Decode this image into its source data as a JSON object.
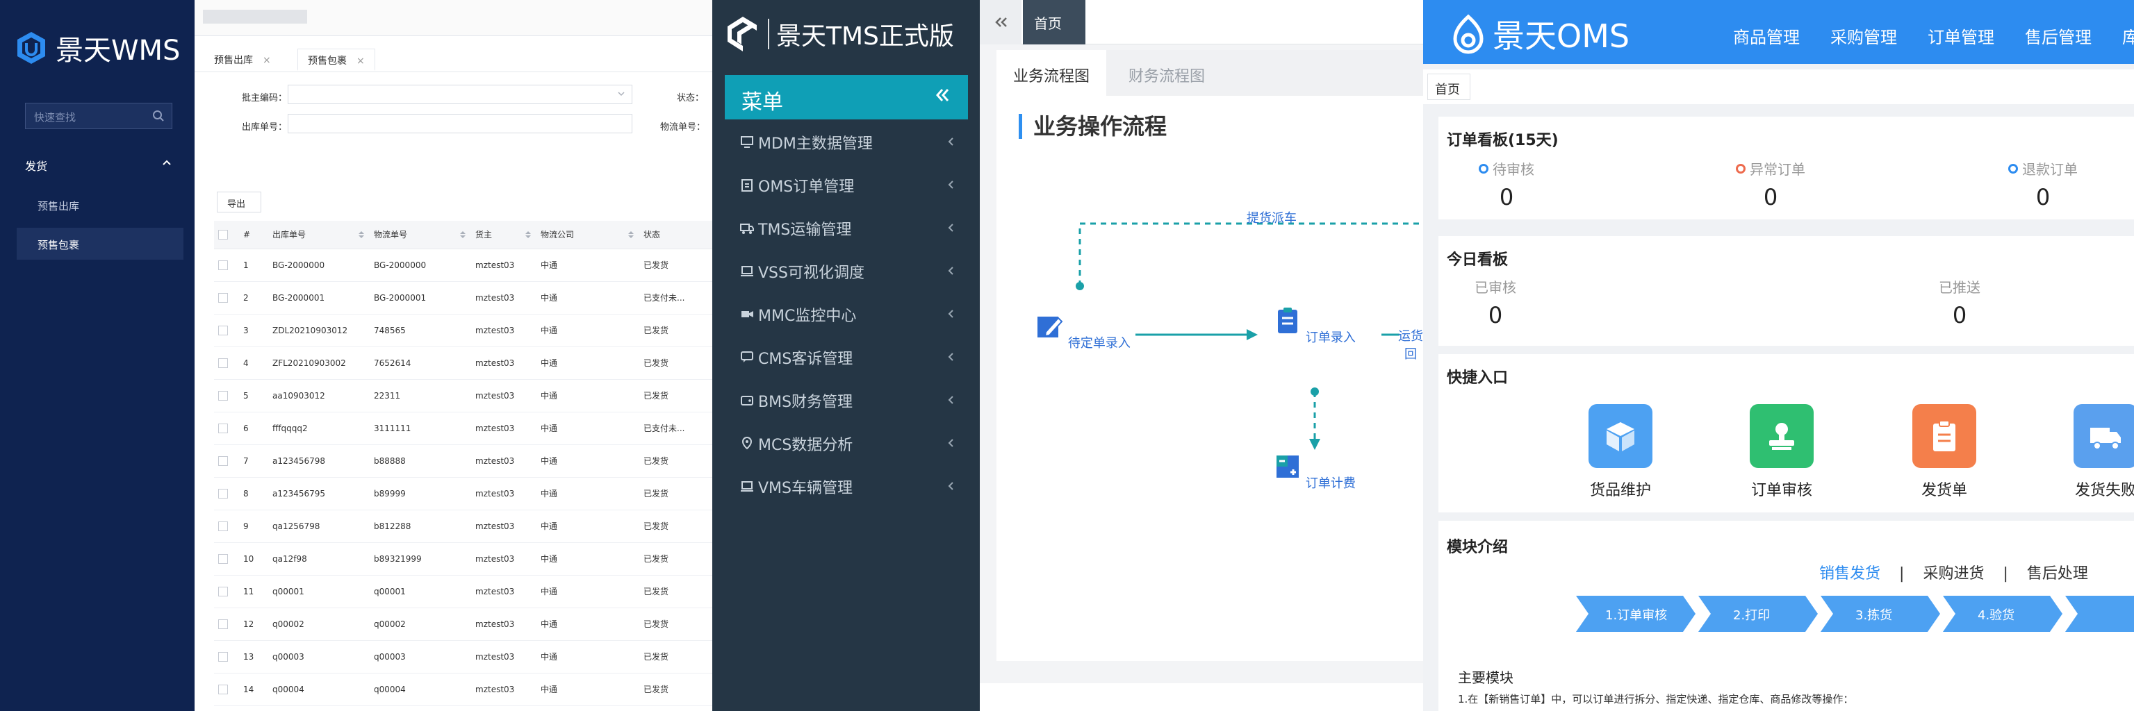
{
  "wms": {
    "logo_text": "景天WMS",
    "breadcrumb": "",
    "search_placeholder": "快速查找",
    "nav_group": "发货",
    "nav_items": [
      "预售出库",
      "预售包裹"
    ],
    "tabs": [
      {
        "label": "预售出库"
      },
      {
        "label": "预售包裹"
      }
    ],
    "filters": {
      "label1": "批主编码：",
      "label2": "状态：",
      "label3": "出库单号：",
      "label4": "物流单号："
    },
    "export_label": "导出",
    "table": {
      "headers": [
        "",
        "#",
        "出库单号",
        "物流单号",
        "货主",
        "物流公司",
        "状态"
      ],
      "rows": [
        [
          "1",
          "BG-2000000",
          "BG-2000000",
          "mztest03",
          "中通",
          "已发货"
        ],
        [
          "2",
          "BG-2000001",
          "BG-2000001",
          "mztest03",
          "中通",
          "已支付未..."
        ],
        [
          "3",
          "ZDL20210903012",
          "748565",
          "mztest03",
          "中通",
          "已发货"
        ],
        [
          "4",
          "ZFL20210903002",
          "7652614",
          "mztest03",
          "中通",
          "已发货"
        ],
        [
          "5",
          "aa10903012",
          "22311",
          "mztest03",
          "中通",
          "已发货"
        ],
        [
          "6",
          "fffqqqq2",
          "3111111",
          "mztest03",
          "中通",
          "已支付未..."
        ],
        [
          "7",
          "a123456798",
          "b88888",
          "mztest03",
          "中通",
          "已发货"
        ],
        [
          "8",
          "a123456795",
          "b89999",
          "mztest03",
          "中通",
          "已发货"
        ],
        [
          "9",
          "qa1256798",
          "b812288",
          "mztest03",
          "中通",
          "已发货"
        ],
        [
          "10",
          "qa12f98",
          "b89321999",
          "mztest03",
          "中通",
          "已发货"
        ],
        [
          "11",
          "q00001",
          "q00001",
          "mztest03",
          "中通",
          "已发货"
        ],
        [
          "12",
          "q00002",
          "q00002",
          "mztest03",
          "中通",
          "已发货"
        ],
        [
          "13",
          "q00003",
          "q00003",
          "mztest03",
          "中通",
          "已发货"
        ],
        [
          "14",
          "q00004",
          "q00004",
          "mztest03",
          "中通",
          "已发货"
        ]
      ]
    }
  },
  "tms": {
    "logo_text": "景天TMS正式版",
    "menu_title": "菜单",
    "items": [
      {
        "label": "MDM主数据管理",
        "icon": "monitor-icon"
      },
      {
        "label": "OMS订单管理",
        "icon": "clipboard-icon"
      },
      {
        "label": "TMS运输管理",
        "icon": "truck-icon"
      },
      {
        "label": "VSS可视化调度",
        "icon": "laptop-icon"
      },
      {
        "label": "MMC监控中心",
        "icon": "camera-icon"
      },
      {
        "label": "CMS客诉管理",
        "icon": "chat-icon"
      },
      {
        "label": "BMS财务管理",
        "icon": "wallet-icon"
      },
      {
        "label": "MCS数据分析",
        "icon": "location-icon"
      },
      {
        "label": "VMS车辆管理",
        "icon": "laptop-icon"
      }
    ]
  },
  "flow": {
    "home_tab": "首页",
    "tabs": [
      "业务流程图",
      "财务流程图"
    ],
    "title": "业务操作流程",
    "dispatch_label": "提货派车",
    "node1": "待定单录入",
    "node2": "订单录入",
    "node3": "订单计费",
    "side_label": "运货回"
  },
  "oms": {
    "logo_text": "景天OMS",
    "menu": [
      "商品管理",
      "采购管理",
      "订单管理",
      "售后管理",
      "库"
    ],
    "home_tab": "首页",
    "order_board": {
      "title": "订单看板(15天)",
      "stats": [
        {
          "label": "待审核",
          "value": "0",
          "color": "#2d8cf0"
        },
        {
          "label": "异常订单",
          "value": "0",
          "color": "#ed6b4e"
        },
        {
          "label": "退款订单",
          "value": "0",
          "color": "#2d8cf0"
        }
      ]
    },
    "today_board": {
      "title": "今日看板",
      "stats": [
        {
          "label": "已审核",
          "value": "0"
        },
        {
          "label": "已推送",
          "value": "0"
        }
      ]
    },
    "quick": {
      "title": "快捷入口",
      "items": [
        {
          "label": "货品维护",
          "color": "#4da1f2",
          "icon": "box-icon"
        },
        {
          "label": "订单审核",
          "color": "#2fbf71",
          "icon": "stamp-icon"
        },
        {
          "label": "发货单",
          "color": "#f47f4b",
          "icon": "clipboard-icon"
        },
        {
          "label": "发货失败",
          "color": "#5aa0ee",
          "icon": "truck-icon"
        }
      ]
    },
    "module": {
      "title": "模块介绍",
      "links": [
        "销售发货",
        "采购进货",
        "售后处理"
      ],
      "steps": [
        "1.订单审核",
        "2.打印",
        "3.拣货",
        "4.验货"
      ],
      "main_title": "主要模块",
      "main_text": "1.在【新销售订单】中，可以订单进行拆分、指定快递、指定仓库、商品修改等操作："
    }
  }
}
